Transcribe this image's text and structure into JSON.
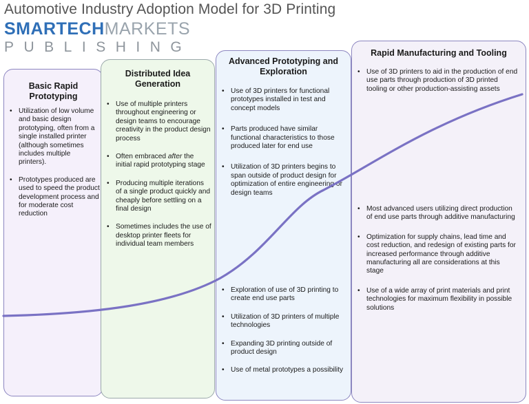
{
  "header": {
    "title": "Automotive Industry Adoption Model for 3D Printing",
    "brand_primary": "SMARTECH",
    "brand_secondary": "MARKETS",
    "brand_sub": "PUBLISHING"
  },
  "colors": {
    "brand_blue": "#2f6fb7",
    "brand_gray": "#9aa4ad",
    "curve": "#7a72c4",
    "panel_border": "#8c86c0"
  },
  "panels": [
    {
      "title": "Basic Rapid Prototyping",
      "bullets": [
        "Utilization of low volume and basic design prototyping, often from a single installed printer (although sometimes includes multiple printers).",
        "Prototypes produced are used to speed the product development process and for moderate cost reduction"
      ]
    },
    {
      "title": "Distributed Idea Generation",
      "bullets": [
        "Use of multiple printers throughout engineering or design teams to encourage creativity in the product design process",
        "Often embraced after the initial rapid prototyping stage",
        "Producing multiple iterations of a single product quickly and cheaply before settling on a final design",
        "Sometimes includes the use of desktop printer fleets for individual team members"
      ]
    },
    {
      "title": "Advanced Prototyping and Exploration",
      "bullets_top": [
        "Use of 3D printers for functional prototypes installed in test and concept models",
        "Parts produced have similar functional characteristics to those produced later for end use",
        "Utilization of 3D printers begins to span outside of product design for optimization of entire engineering or design teams"
      ],
      "bullets_bottom": [
        "Exploration of use of 3D printing to create end use parts",
        "Utilization of 3D printers of multiple technologies",
        "Expanding 3D printing outside of product design",
        "Use of metal prototypes a possibility"
      ]
    },
    {
      "title": "Rapid Manufacturing and Tooling",
      "bullets_top": [
        "Use of 3D printers to aid in the production of end use parts through production of 3D printed tooling or other production-assisting assets"
      ],
      "bullets_bottom": [
        "Most advanced users utilizing direct production of end use parts through additive manufacturing",
        "Optimization for supply chains, lead time and cost reduction, and redesign of existing parts for increased performance through additive manufacturing all are considerations at this stage",
        "Use of a wide array of print materials and print technologies for maximum flexibility in possible solutions"
      ]
    }
  ]
}
